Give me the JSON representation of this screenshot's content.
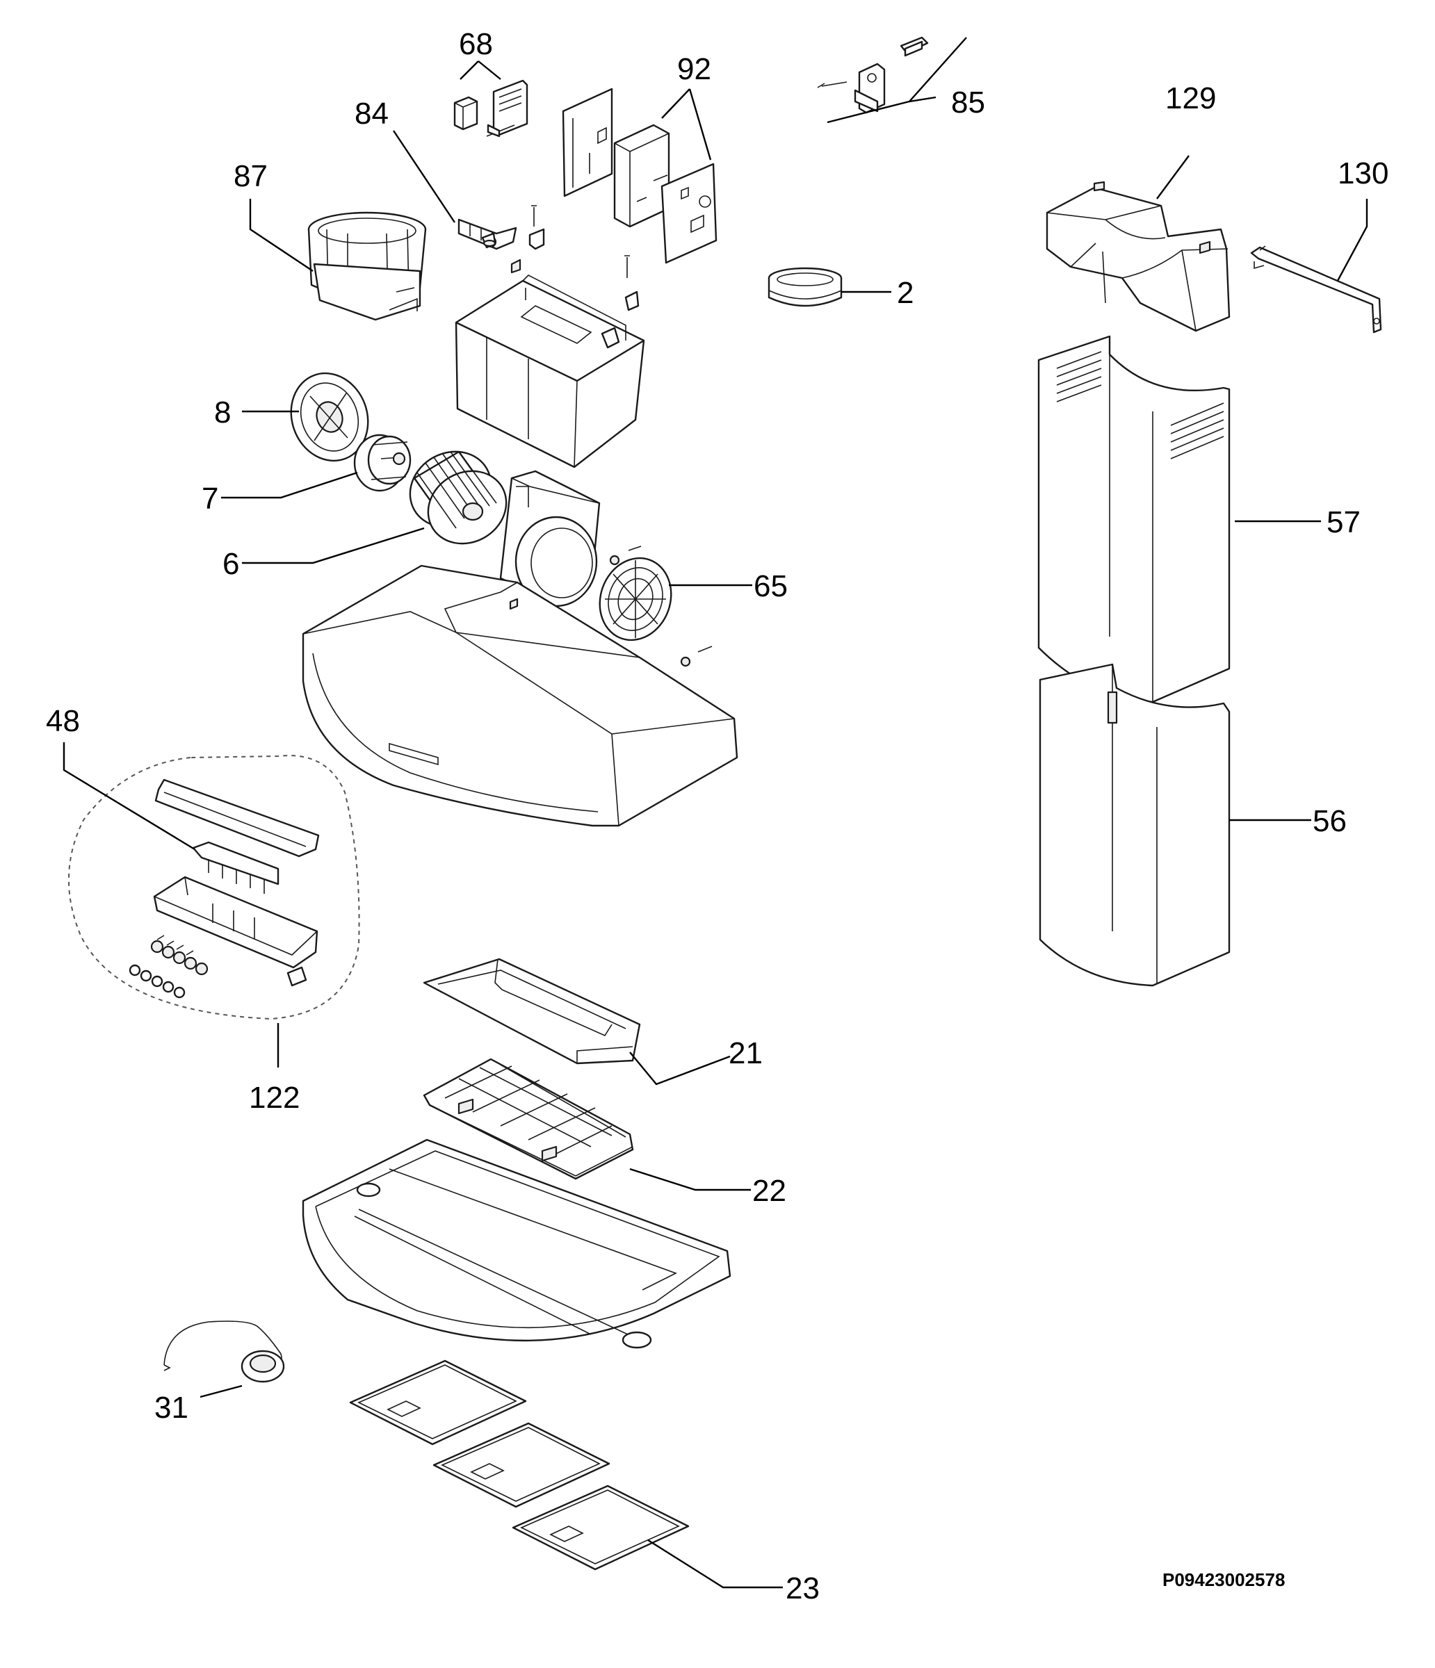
{
  "labels": {
    "l68": "68",
    "l92": "92",
    "l85": "85",
    "l84": "84",
    "l87": "87",
    "l129": "129",
    "l130": "130",
    "l2": "2",
    "l8": "8",
    "l7": "7",
    "l6": "6",
    "l65": "65",
    "l57": "57",
    "l48": "48",
    "l56": "56",
    "l122": "122",
    "l21": "21",
    "l22": "22",
    "l31": "31",
    "l23": "23"
  },
  "drawing_code": "P09423002578"
}
